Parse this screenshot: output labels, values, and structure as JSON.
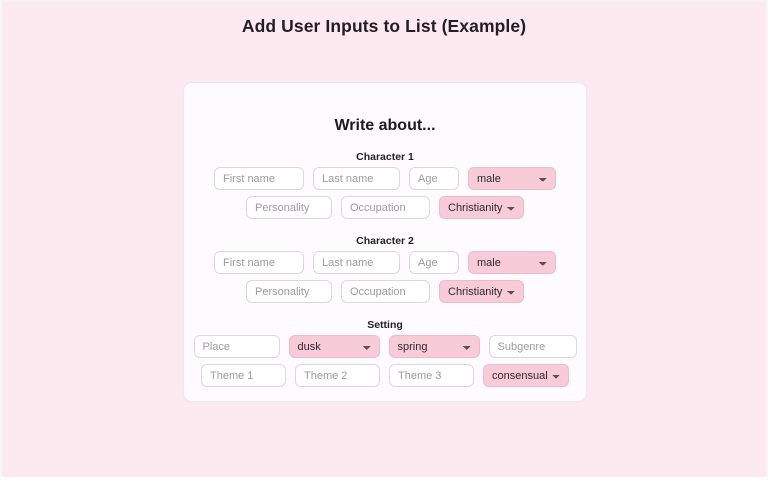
{
  "page": {
    "title": "Add User Inputs to List (Example)",
    "background_color": "#fdeaf0",
    "card_background_color": "#fdfbfd",
    "select_color": "#f7ccd8"
  },
  "form": {
    "heading": "Write about...",
    "sections": [
      {
        "label": "Character 1",
        "rows": [
          [
            {
              "kind": "input",
              "name": "first-name-input",
              "placeholder": "First name",
              "value": "",
              "width_class": "w-first"
            },
            {
              "kind": "input",
              "name": "last-name-input",
              "placeholder": "Last name",
              "value": "",
              "width_class": "w-last"
            },
            {
              "kind": "input",
              "name": "age-input",
              "placeholder": "Age",
              "value": "",
              "width_class": "w-age"
            },
            {
              "kind": "select",
              "name": "gender-select",
              "value": "male",
              "width_class": "w-gender"
            }
          ],
          [
            {
              "kind": "input",
              "name": "personality-input",
              "placeholder": "Personality",
              "value": "",
              "width_class": "w-pers"
            },
            {
              "kind": "input",
              "name": "occupation-input",
              "placeholder": "Occupation",
              "value": "",
              "width_class": "w-occ"
            },
            {
              "kind": "select",
              "name": "religion-select",
              "value": "Christianity",
              "width_class": "w-rel"
            }
          ]
        ]
      },
      {
        "label": "Character 2",
        "rows": [
          [
            {
              "kind": "input",
              "name": "first-name-input",
              "placeholder": "First name",
              "value": "",
              "width_class": "w-first"
            },
            {
              "kind": "input",
              "name": "last-name-input",
              "placeholder": "Last name",
              "value": "",
              "width_class": "w-last"
            },
            {
              "kind": "input",
              "name": "age-input",
              "placeholder": "Age",
              "value": "",
              "width_class": "w-age"
            },
            {
              "kind": "select",
              "name": "gender-select",
              "value": "male",
              "width_class": "w-gender"
            }
          ],
          [
            {
              "kind": "input",
              "name": "personality-input",
              "placeholder": "Personality",
              "value": "",
              "width_class": "w-pers"
            },
            {
              "kind": "input",
              "name": "occupation-input",
              "placeholder": "Occupation",
              "value": "",
              "width_class": "w-occ"
            },
            {
              "kind": "select",
              "name": "religion-select",
              "value": "Christianity",
              "width_class": "w-rel"
            }
          ]
        ]
      },
      {
        "label": "Setting",
        "rows": [
          [
            {
              "kind": "input",
              "name": "place-input",
              "placeholder": "Place",
              "value": "",
              "width_class": "w-place"
            },
            {
              "kind": "select",
              "name": "time-of-day-select",
              "value": "dusk",
              "width_class": "w-time"
            },
            {
              "kind": "select",
              "name": "season-select",
              "value": "spring",
              "width_class": "w-season"
            },
            {
              "kind": "input",
              "name": "subgenre-input",
              "placeholder": "Subgenre",
              "value": "",
              "width_class": "w-sub"
            }
          ],
          [
            {
              "kind": "input",
              "name": "theme-1-input",
              "placeholder": "Theme 1",
              "value": "",
              "width_class": "w-theme"
            },
            {
              "kind": "input",
              "name": "theme-2-input",
              "placeholder": "Theme 2",
              "value": "",
              "width_class": "w-theme"
            },
            {
              "kind": "input",
              "name": "theme-3-input",
              "placeholder": "Theme 3",
              "value": "",
              "width_class": "w-theme"
            },
            {
              "kind": "select",
              "name": "consent-select",
              "value": "consensual",
              "width_class": "w-cons"
            }
          ]
        ]
      }
    ]
  }
}
